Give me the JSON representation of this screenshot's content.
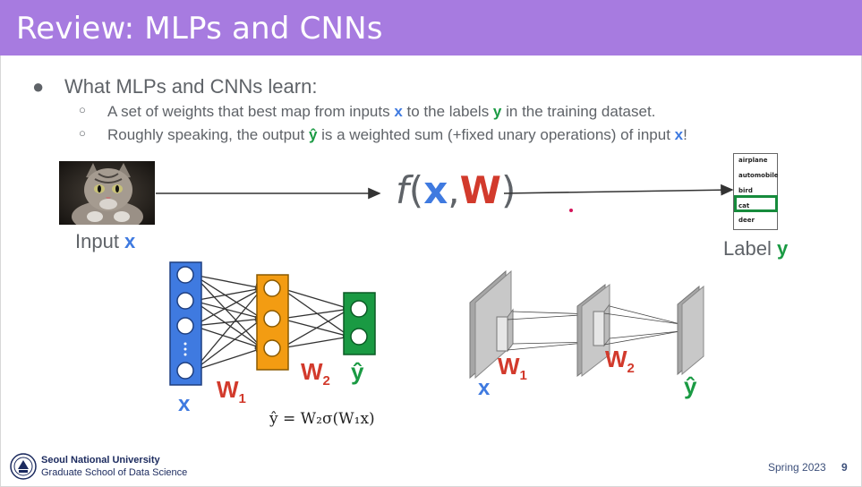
{
  "slide": {
    "title": "Review: MLPs and CNNs",
    "bullet": "What MLPs and CNNs learn:",
    "sub1": {
      "before": "A set of weights that best map from inputs ",
      "x": "x",
      "middle": " to the labels ",
      "y": "y",
      "after": " in the training dataset."
    },
    "sub2": {
      "before": "Roughly speaking, the output ",
      "yhat": "ŷ",
      "middle": " is a weighted sum (+fixed unary operations) of input ",
      "x": "x",
      "after": "!"
    }
  },
  "pipeline": {
    "input_label": "Input ",
    "input_var": "x",
    "func": {
      "f": "f",
      "open": "(",
      "x": "x",
      "comma": ",",
      "w": "W",
      "close": ")"
    },
    "classes": [
      "airplane",
      "automobile",
      "bird",
      "cat",
      "deer"
    ],
    "selected_class": "cat",
    "output_label": "Label ",
    "output_var": "y"
  },
  "mlp": {
    "x_label": "x",
    "w1_label": "W",
    "w1_sub": "1",
    "w2_label": "W",
    "w2_sub": "2",
    "yhat_label": "ŷ",
    "formula": "ŷ = W₂σ(W₁x)"
  },
  "cnn": {
    "x_label": "x",
    "w1_label": "W",
    "w1_sub": "1",
    "w2_label": "W",
    "w2_sub": "2",
    "yhat_label": "ŷ"
  },
  "footer": {
    "university": "Seoul National University",
    "school": "Graduate School of Data Science",
    "semester": "Spring 2023",
    "page": "9"
  },
  "colors": {
    "title_bg": "#a77be0",
    "x": "#3f7ae0",
    "y": "#1a9a43",
    "w": "#d23a2c",
    "mlp_input": "#3f7ae0",
    "mlp_hidden": "#f39c12",
    "mlp_output": "#1a9a43"
  }
}
